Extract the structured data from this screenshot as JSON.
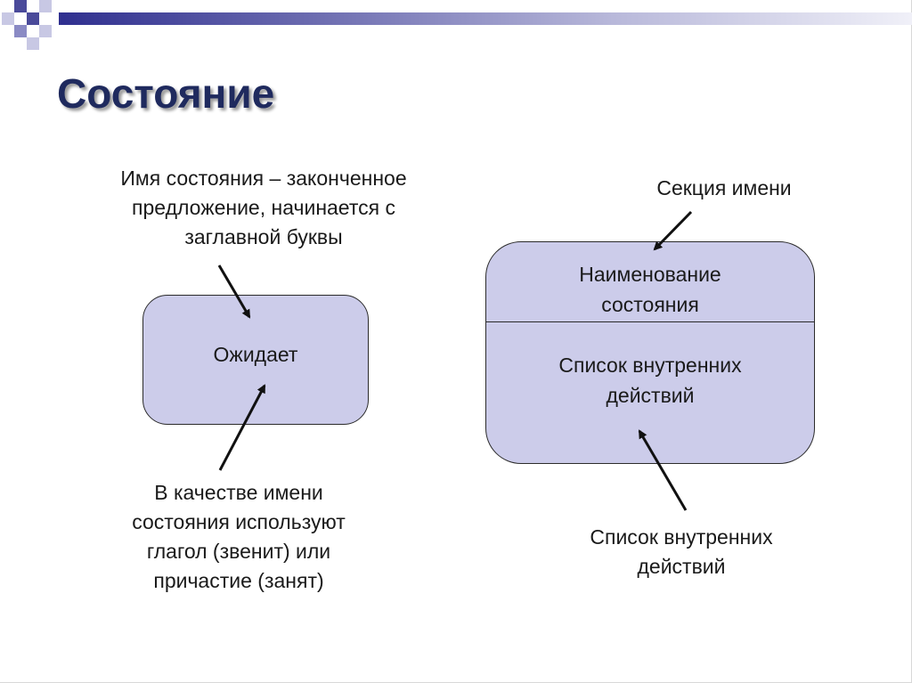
{
  "slide": {
    "title": "Состояние"
  },
  "annotations": {
    "name_rule": {
      "line1": "Имя состояния – законченное",
      "line2": "предложение, начинается с",
      "line3": "заглавной буквы"
    },
    "verb_rule": {
      "line1": "В качестве имени",
      "line2": "состояния используют",
      "line3": "глагол (звенит) или",
      "line4": "причастие (занят)"
    },
    "name_section": {
      "line1": "Секция имени"
    },
    "actions_section": {
      "line1": "Список внутренних",
      "line2": "действий"
    }
  },
  "simple_state": {
    "label": "Ожидает"
  },
  "compound_state": {
    "name_line1": "Наименование",
    "name_line2": "состояния",
    "actions_line1": "Список внутренних",
    "actions_line2": "действий"
  },
  "colors": {
    "state_fill": "#ccccea",
    "title": "#1f2a5e",
    "header_bar": "#2f2f8f"
  }
}
